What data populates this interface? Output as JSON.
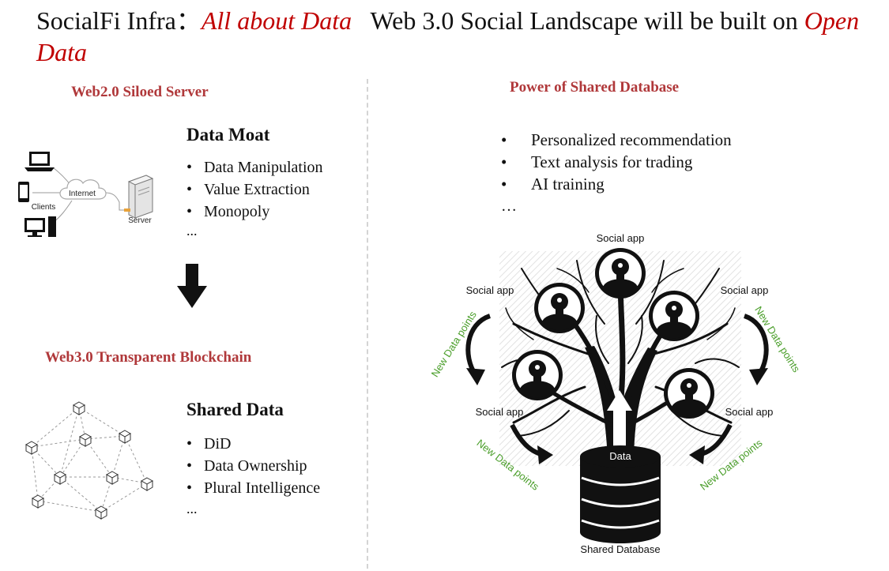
{
  "title": {
    "part1": "SocialFi Infra：",
    "part2": "All about Data",
    "part3": "Web 3.0 Social Landscape will be built on ",
    "part4": "Open Data"
  },
  "left": {
    "web2": {
      "heading": "Web2.0 Siloed Server",
      "diagram": {
        "internet_label": "Internet",
        "clients_label": "Clients",
        "server_label": "Server"
      },
      "block_title": "Data Moat",
      "bullets": [
        "Data Manipulation",
        "Value Extraction",
        "Monopoly"
      ],
      "ellipsis": "..."
    },
    "web3": {
      "heading": "Web3.0 Transparent Blockchain",
      "block_title": "Shared Data",
      "bullets": [
        "DiD",
        "Data Ownership",
        "Plural Intelligence"
      ],
      "ellipsis": "..."
    }
  },
  "right": {
    "heading": "Power of Shared Database",
    "bullet_char": "•",
    "bullets": [
      "Personalized recommendation",
      "Text analysis for trading",
      "AI training"
    ],
    "ellipsis": "…",
    "tree": {
      "social_app_label": "Social app",
      "new_data_label": "New Data points",
      "data_label": "Data",
      "db_label": "Shared Database"
    }
  },
  "colors": {
    "accent_red": "#c00000",
    "heading_red": "#b0383a",
    "green": "#4a9e2a"
  }
}
